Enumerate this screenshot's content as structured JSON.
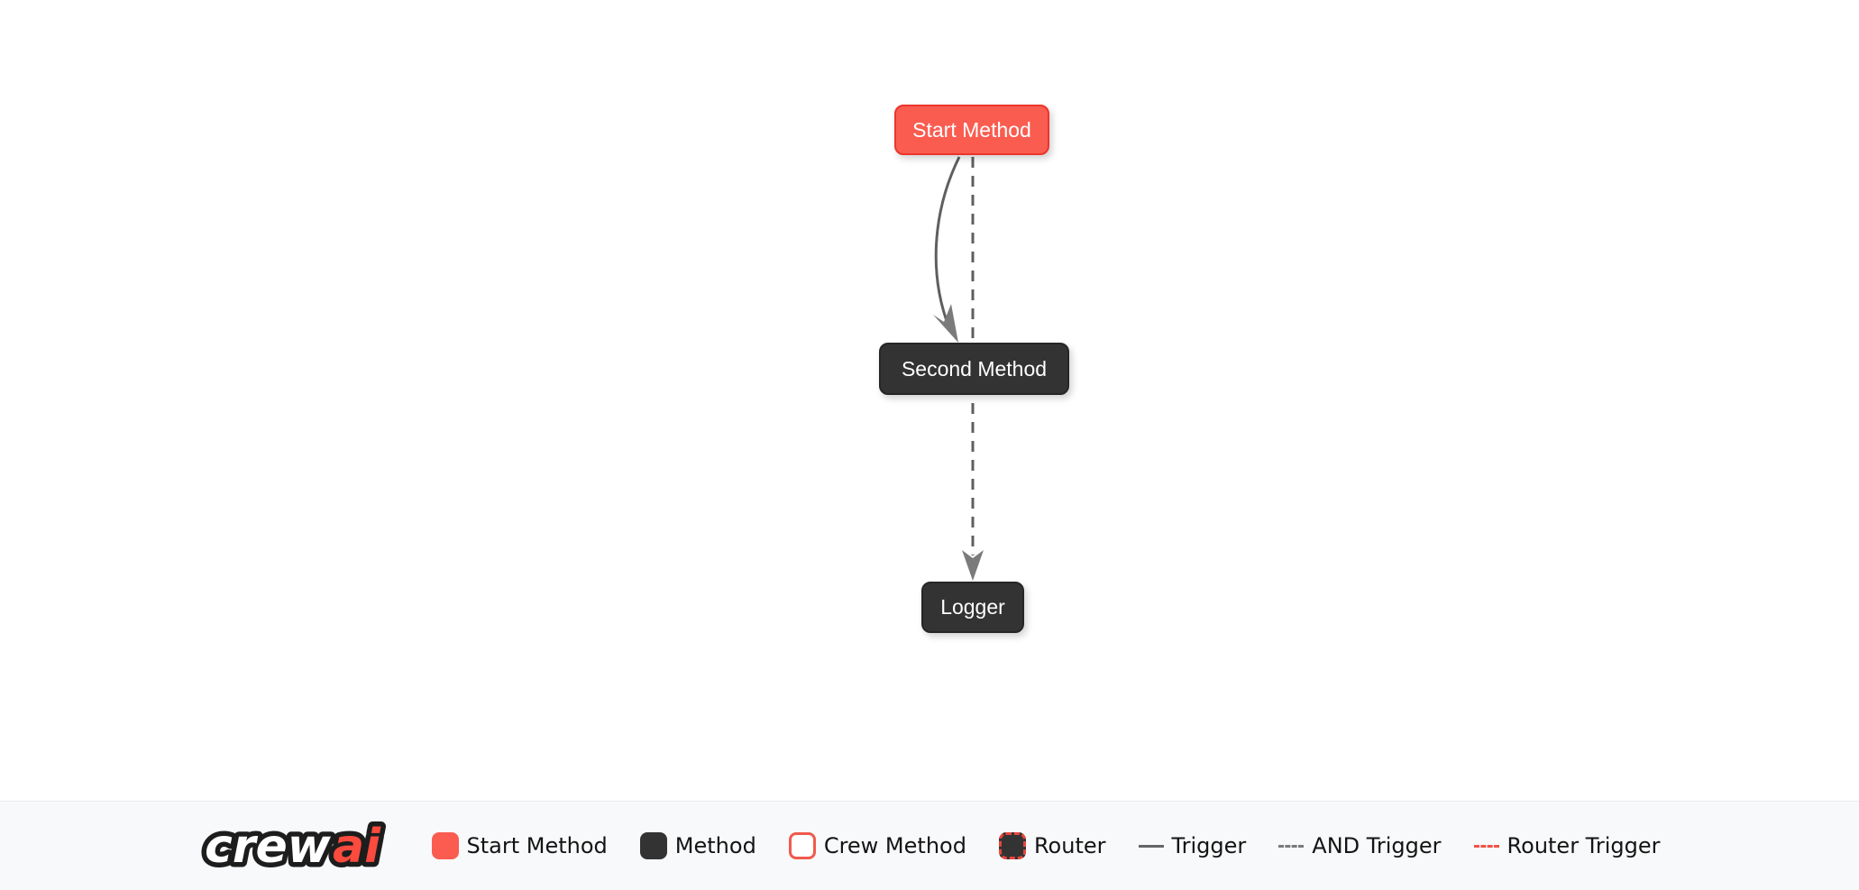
{
  "flow": {
    "nodes": [
      {
        "id": "start_method",
        "label": "Start Method",
        "type": "start-method"
      },
      {
        "id": "second_method",
        "label": "Second Method",
        "type": "method"
      },
      {
        "id": "logger",
        "label": "Logger",
        "type": "method"
      }
    ],
    "edges": [
      {
        "from": "Start Method",
        "to": "Second Method",
        "style": "solid-curved",
        "type": "trigger"
      },
      {
        "from": "Start Method",
        "to": "Logger",
        "style": "dashed-straight",
        "type": "and-trigger"
      }
    ]
  },
  "legend": {
    "logo": {
      "crew": "crew",
      "ai": "ai"
    },
    "items": [
      {
        "label": "Start Method",
        "swatch": "start-method-box"
      },
      {
        "label": "Method",
        "swatch": "method-box"
      },
      {
        "label": "Crew Method",
        "swatch": "crew-method-box"
      },
      {
        "label": "Router",
        "swatch": "router-box"
      },
      {
        "label": "Trigger",
        "swatch": "solid-line"
      },
      {
        "label": "AND Trigger",
        "swatch": "dashed-line"
      },
      {
        "label": "Router Trigger",
        "swatch": "dashed-red-line"
      }
    ]
  },
  "colors": {
    "start_node_fill": "#FA5C50",
    "start_node_border": "#EC352B",
    "method_node_fill": "#333333",
    "edge_gray": "#5F5F5F",
    "arrow_gray": "#7B7B7B",
    "router_red": "#EF5348",
    "legend_background": "#F8F9FA",
    "logo_red": "#FA4B3E"
  }
}
